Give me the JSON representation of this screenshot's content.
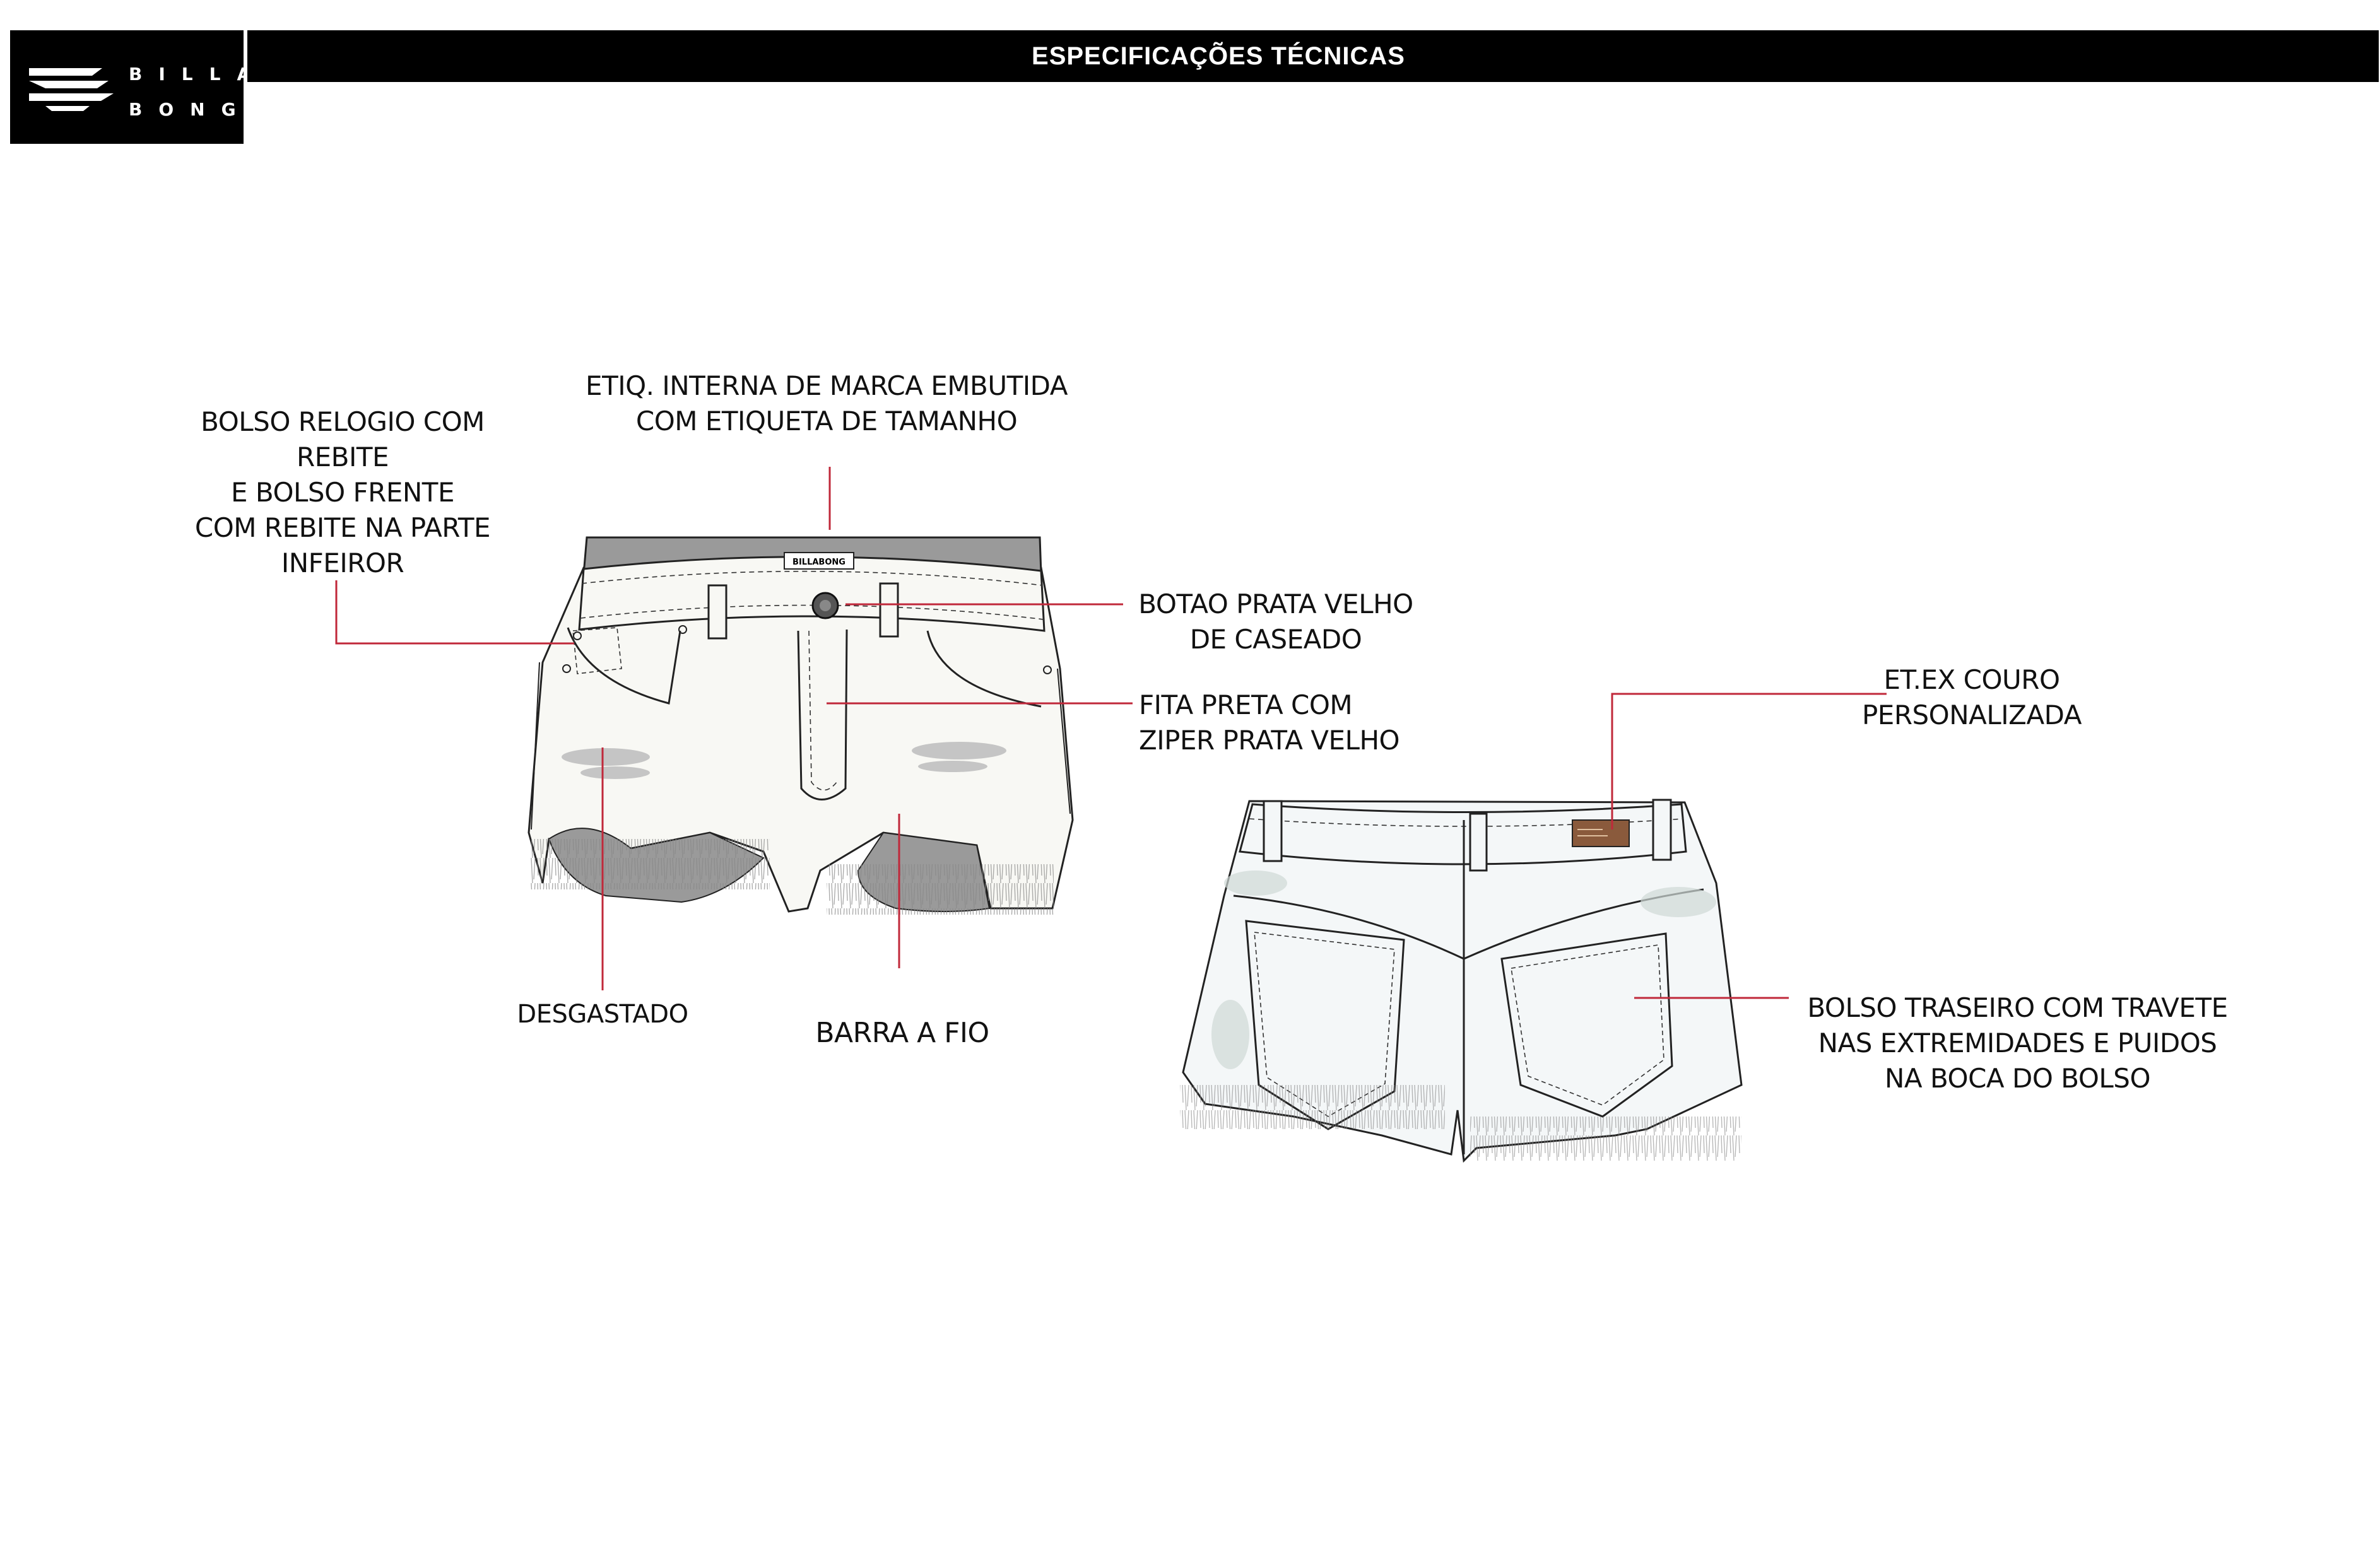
{
  "header": {
    "brand_line1": "BILLA",
    "brand_line2": "BONG",
    "title": "ESPECIFICAÇÕES TÉCNICAS"
  },
  "front_label": "BILLABONG",
  "callouts": {
    "watch_pocket": [
      "BOLSO RELOGIO COM",
      "REBITE",
      "E BOLSO FRENTE",
      "COM REBITE NA PARTE",
      "INFEIROR"
    ],
    "internal_label": [
      "ETIQ. INTERNA DE MARCA EMBUTIDA",
      "COM ETIQUETA DE TAMANHO"
    ],
    "button": [
      "BOTAO PRATA VELHO",
      "DE CASEADO"
    ],
    "zipper": [
      "FITA PRETA COM",
      "ZIPER PRATA VELHO"
    ],
    "distressed": [
      "DESGASTADO"
    ],
    "raw_hem": [
      "BARRA A FIO"
    ],
    "leather_patch": [
      "ET.EX COURO",
      "PERSONALIZADA"
    ],
    "back_pocket": [
      "BOLSO TRASEIRO COM TRAVETE",
      "NAS EXTREMIDADES E PUIDOS",
      "NA BOCA DO BOLSO"
    ]
  },
  "colors": {
    "callout_line": "#c0283a",
    "header_bg": "#000000",
    "denim_front": "#f8f8f4",
    "denim_back": "#f4f7f8",
    "pocket_lining": "#9a9a9a"
  }
}
